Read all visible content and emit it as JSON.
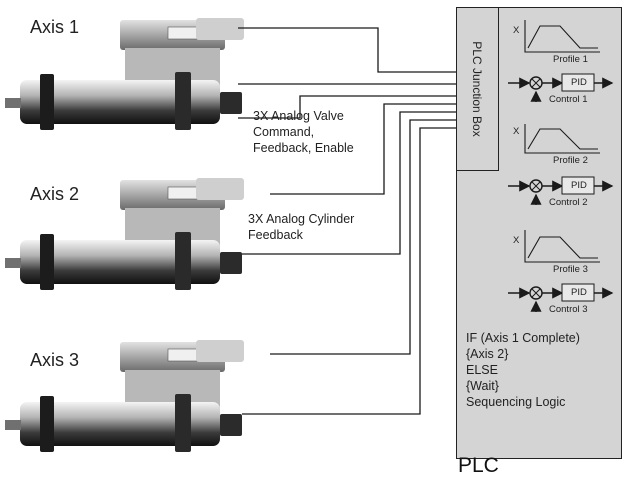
{
  "axes": [
    {
      "label": "Axis 1"
    },
    {
      "label": "Axis 2"
    },
    {
      "label": "Axis 3"
    }
  ],
  "notes": {
    "valve": [
      "3X Analog Valve",
      "Command,",
      "Feedback, Enable"
    ],
    "cylinder": [
      "3X Analog Cylinder",
      "Feedback"
    ]
  },
  "junction_box_label": "PLC Junction Box",
  "profiles": [
    {
      "axis_letter": "X",
      "label": "Profile 1",
      "control_label": "Control 1",
      "pid": "PID"
    },
    {
      "axis_letter": "X",
      "label": "Profile 2",
      "control_label": "Control 2",
      "pid": "PID"
    },
    {
      "axis_letter": "X",
      "label": "Profile 3",
      "control_label": "Control 3",
      "pid": "PID"
    }
  ],
  "logic_lines": [
    "IF (Axis 1 Complete)",
    "{Axis 2}",
    "ELSE",
    "{Wait}",
    "Sequencing Logic"
  ],
  "plc_title": "PLC",
  "colors": {
    "plc_fill": "#d4d4d4",
    "line": "#1a1a1a"
  }
}
